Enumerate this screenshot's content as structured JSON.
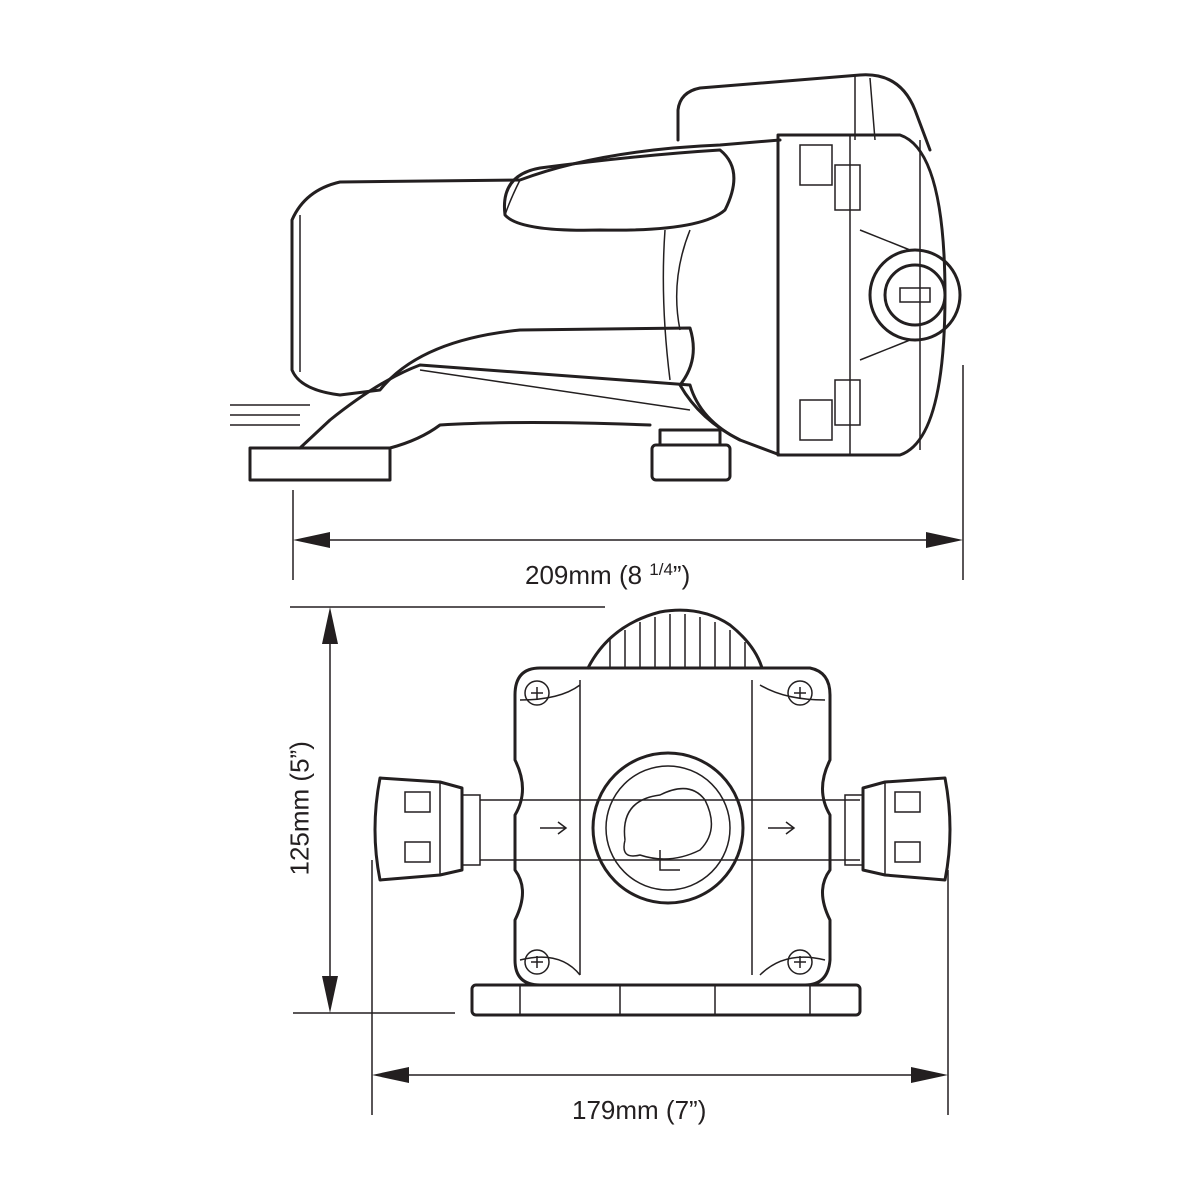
{
  "dimensions": {
    "length": {
      "value": "209mm",
      "imperial_whole": "(8 ",
      "imperial_fraction": "1/4",
      "imperial_close": "”)"
    },
    "height": {
      "label": "125mm (5”)"
    },
    "width": {
      "label": "179mm (7”)"
    }
  },
  "colors": {
    "line": "#231f20",
    "background": "#ffffff"
  }
}
